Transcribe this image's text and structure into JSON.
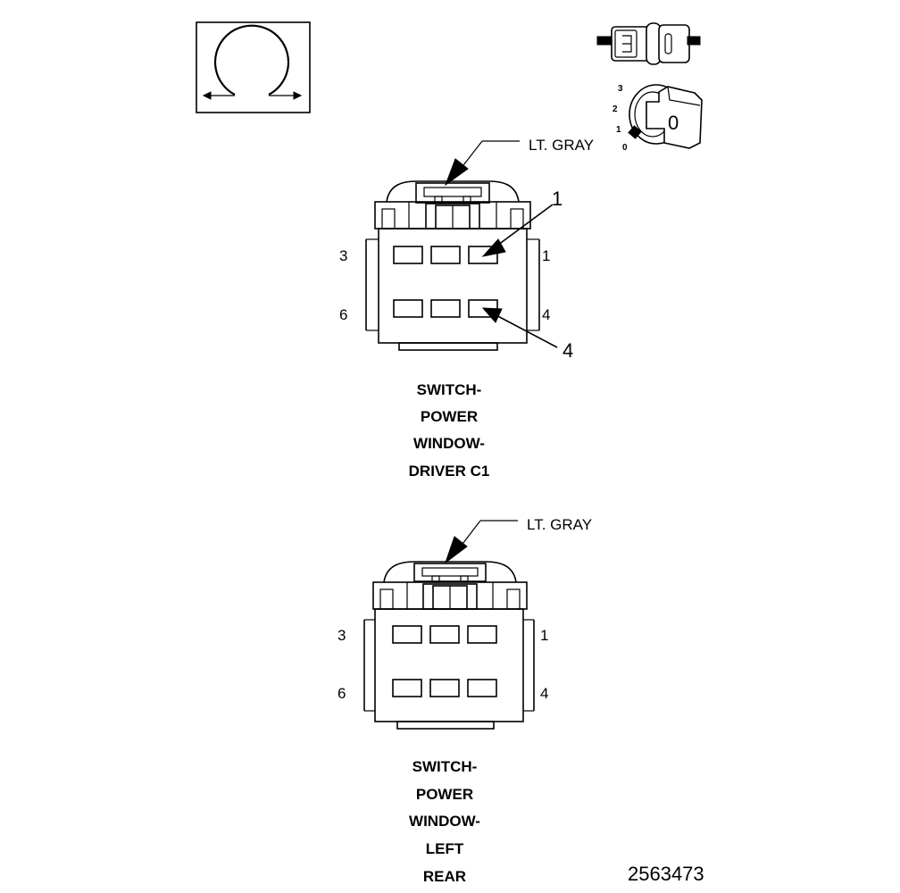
{
  "document_number": "2563473",
  "icons": {
    "view_indicator": "omega-terminal-end-view-icon",
    "connector_pair": "connector-pair-icon",
    "key_switch": "ignition-key-icon"
  },
  "key_switch_positions": [
    "3",
    "2",
    "1",
    "0"
  ],
  "key_label": "0",
  "connectors": [
    {
      "color_label": "LT. GRAY",
      "left_top": "3",
      "left_bottom": "6",
      "right_top": "1",
      "right_bottom": "4",
      "callout_top": "1",
      "callout_bottom": "4",
      "title_lines": [
        "SWITCH-",
        "POWER",
        "WINDOW-",
        "DRIVER C1"
      ]
    },
    {
      "color_label": "LT. GRAY",
      "left_top": "3",
      "left_bottom": "6",
      "right_top": "1",
      "right_bottom": "4",
      "title_lines": [
        "SWITCH-",
        "POWER",
        "WINDOW-",
        "LEFT",
        "REAR"
      ]
    }
  ]
}
